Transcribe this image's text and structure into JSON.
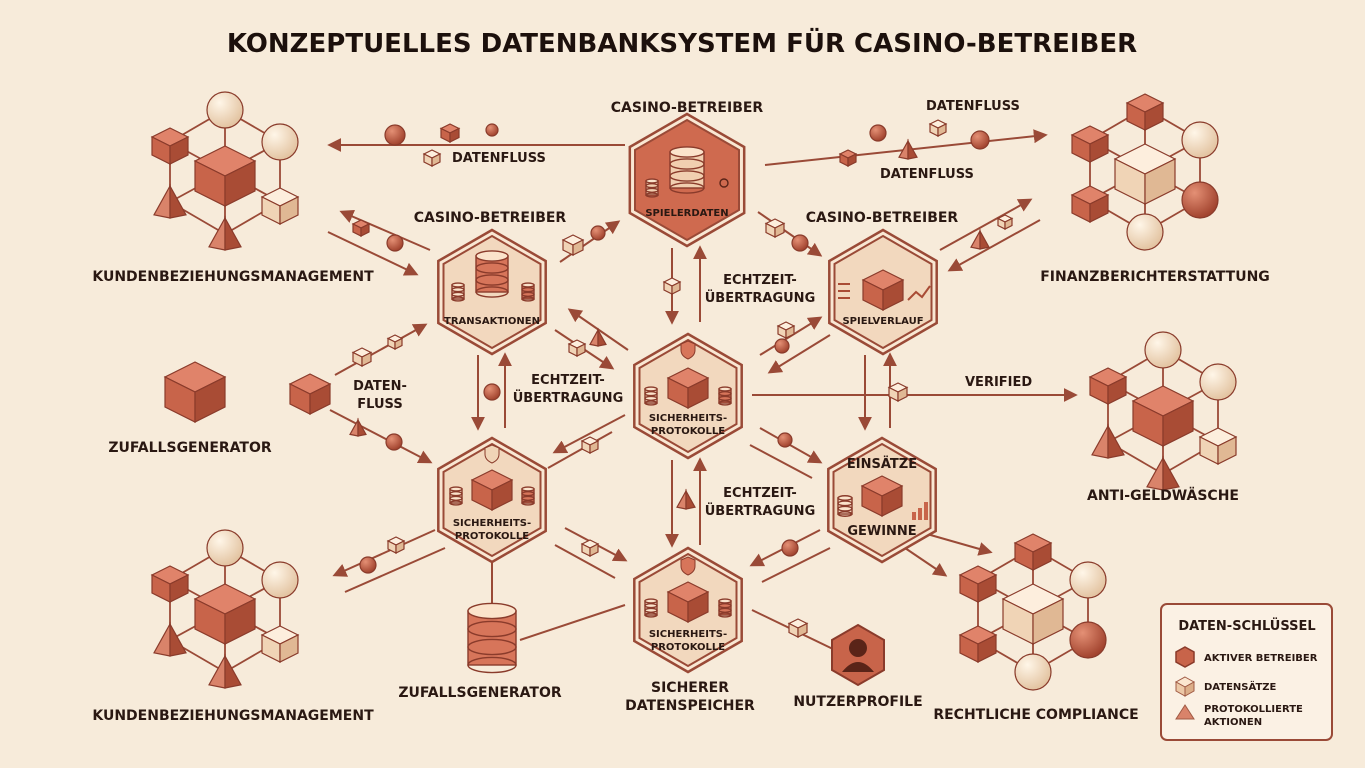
{
  "title": "KONZEPTUELLES DATENBANKSYSTEM FÜR CASINO-BETREIBER",
  "hubs": {
    "top": {
      "header": "CASINO-BETREIBER",
      "label": "SPIELERDATEN"
    },
    "left": {
      "header": "CASINO-BETREIBER",
      "label": "TRANSAKTIONEN"
    },
    "right": {
      "header": "CASINO-BETREIBER",
      "label": "SPIELVERLAUF"
    },
    "center": {
      "line1": "SICHERHEITS-",
      "line2": "PROTOKOLLE"
    },
    "lowleft": {
      "line1": "SICHERHEITS-",
      "line2": "PROTOKOLLE"
    },
    "bottom": {
      "line1": "SICHERHEITS-",
      "line2": "PROTOKOLLE"
    },
    "lowright": {
      "top": "EINSÄTZE",
      "bottom": "GEWINNE"
    }
  },
  "flows": {
    "datenfluss_left": "DATENFLUSS",
    "datenfluss_right_top": "DATENFLUSS",
    "datenfluss_right_mid": "DATENFLUSS",
    "datenfluss_split": {
      "line1": "DATEN-",
      "line2": "FLUSS"
    },
    "echtzeit_1": {
      "line1": "ECHTZEIT-",
      "line2": "ÜBERTRAGUNG"
    },
    "echtzeit_2": {
      "line1": "ECHTZEIT-",
      "line2": "ÜBERTRAGUNG"
    },
    "echtzeit_3": {
      "line1": "ECHTZEIT-",
      "line2": "ÜBERTRAGUNG"
    },
    "verified": "VERIFIED"
  },
  "clusters": {
    "top_left": "KUNDENBEZIEHUNGSMANAGEMENT",
    "top_right": "FINANZBERICHTERSTATTUNG",
    "mid_left": "ZUFALLSGENERATOR",
    "mid_right": "ANTI-GELDWÄSCHE",
    "bottom_left": "KUNDENBEZIEHUNGSMANAGEMENT",
    "bottom_mid": "ZUFALLSGENERATOR",
    "bottom_center": {
      "line1": "SICHERER",
      "line2": "DATENSPEICHER"
    },
    "bottom_user": "NUTZERPROFILE",
    "bottom_right": "RECHTLICHE COMPLIANCE"
  },
  "legend": {
    "title": "DATEN-SCHLÜSSEL",
    "items": [
      {
        "icon": "hexagon-icon",
        "line1": "AKTIVER BETREIBER",
        "line2": ""
      },
      {
        "icon": "cube-icon",
        "line1": "DATENSÄTZE",
        "line2": ""
      },
      {
        "icon": "pyramid-icon",
        "line1": "PROTOKOLLIERTE",
        "line2": "AKTIONEN"
      }
    ]
  },
  "colors": {
    "background": "#f7ebda",
    "primary": "#c8644a",
    "dark": "#8a3b2b",
    "light": "#f4dcc4",
    "ink": "#2a1812"
  }
}
